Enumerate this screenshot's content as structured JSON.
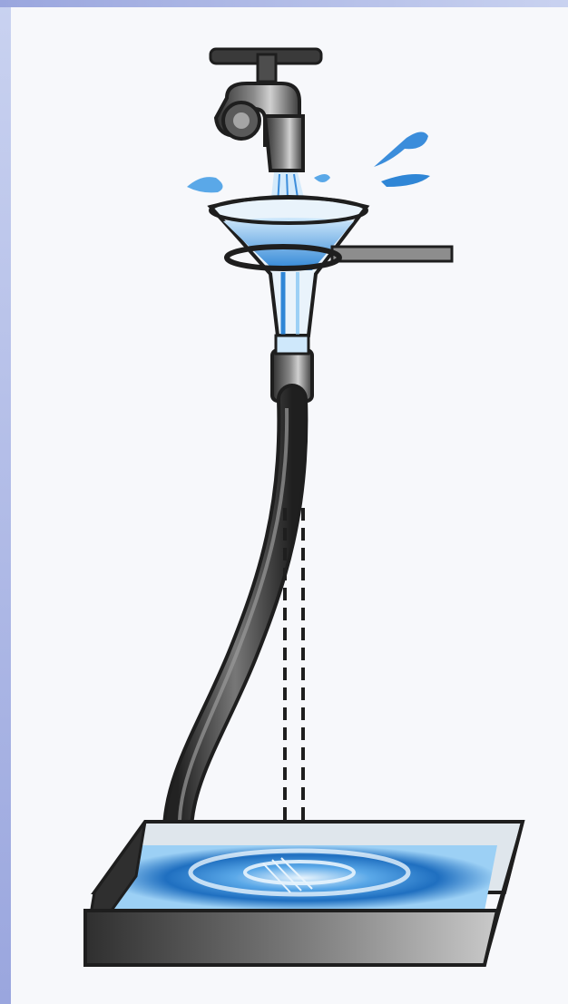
{
  "figure": {
    "parts": [
      {
        "id": "faucet",
        "icon": "faucet-icon"
      },
      {
        "id": "water-splash",
        "icon": "water-drop-icon"
      },
      {
        "id": "funnel",
        "icon": "funnel-icon"
      },
      {
        "id": "funnel-holder-clamp",
        "icon": "clamp-icon"
      },
      {
        "id": "rubber-coupling",
        "icon": "coupling-icon"
      },
      {
        "id": "hose",
        "icon": "tube-icon"
      },
      {
        "id": "hidden-pipe-dashed",
        "icon": "dashed-pipe-icon"
      },
      {
        "id": "tray",
        "icon": "tray-icon"
      },
      {
        "id": "water-jet",
        "icon": "water-jet-icon"
      }
    ]
  },
  "colors": {
    "background": "#f7f8fb",
    "edge_gradient_top": "#c9d2f0",
    "edge_gradient_bottom": "#9aa6de",
    "metal_dark": "#3a3a3a",
    "metal_mid": "#6d6d6d",
    "metal_light": "#b9b9b9",
    "water_blue": "#2f86d6",
    "water_light": "#9cd0f5",
    "outline": "#1e1e1e"
  }
}
